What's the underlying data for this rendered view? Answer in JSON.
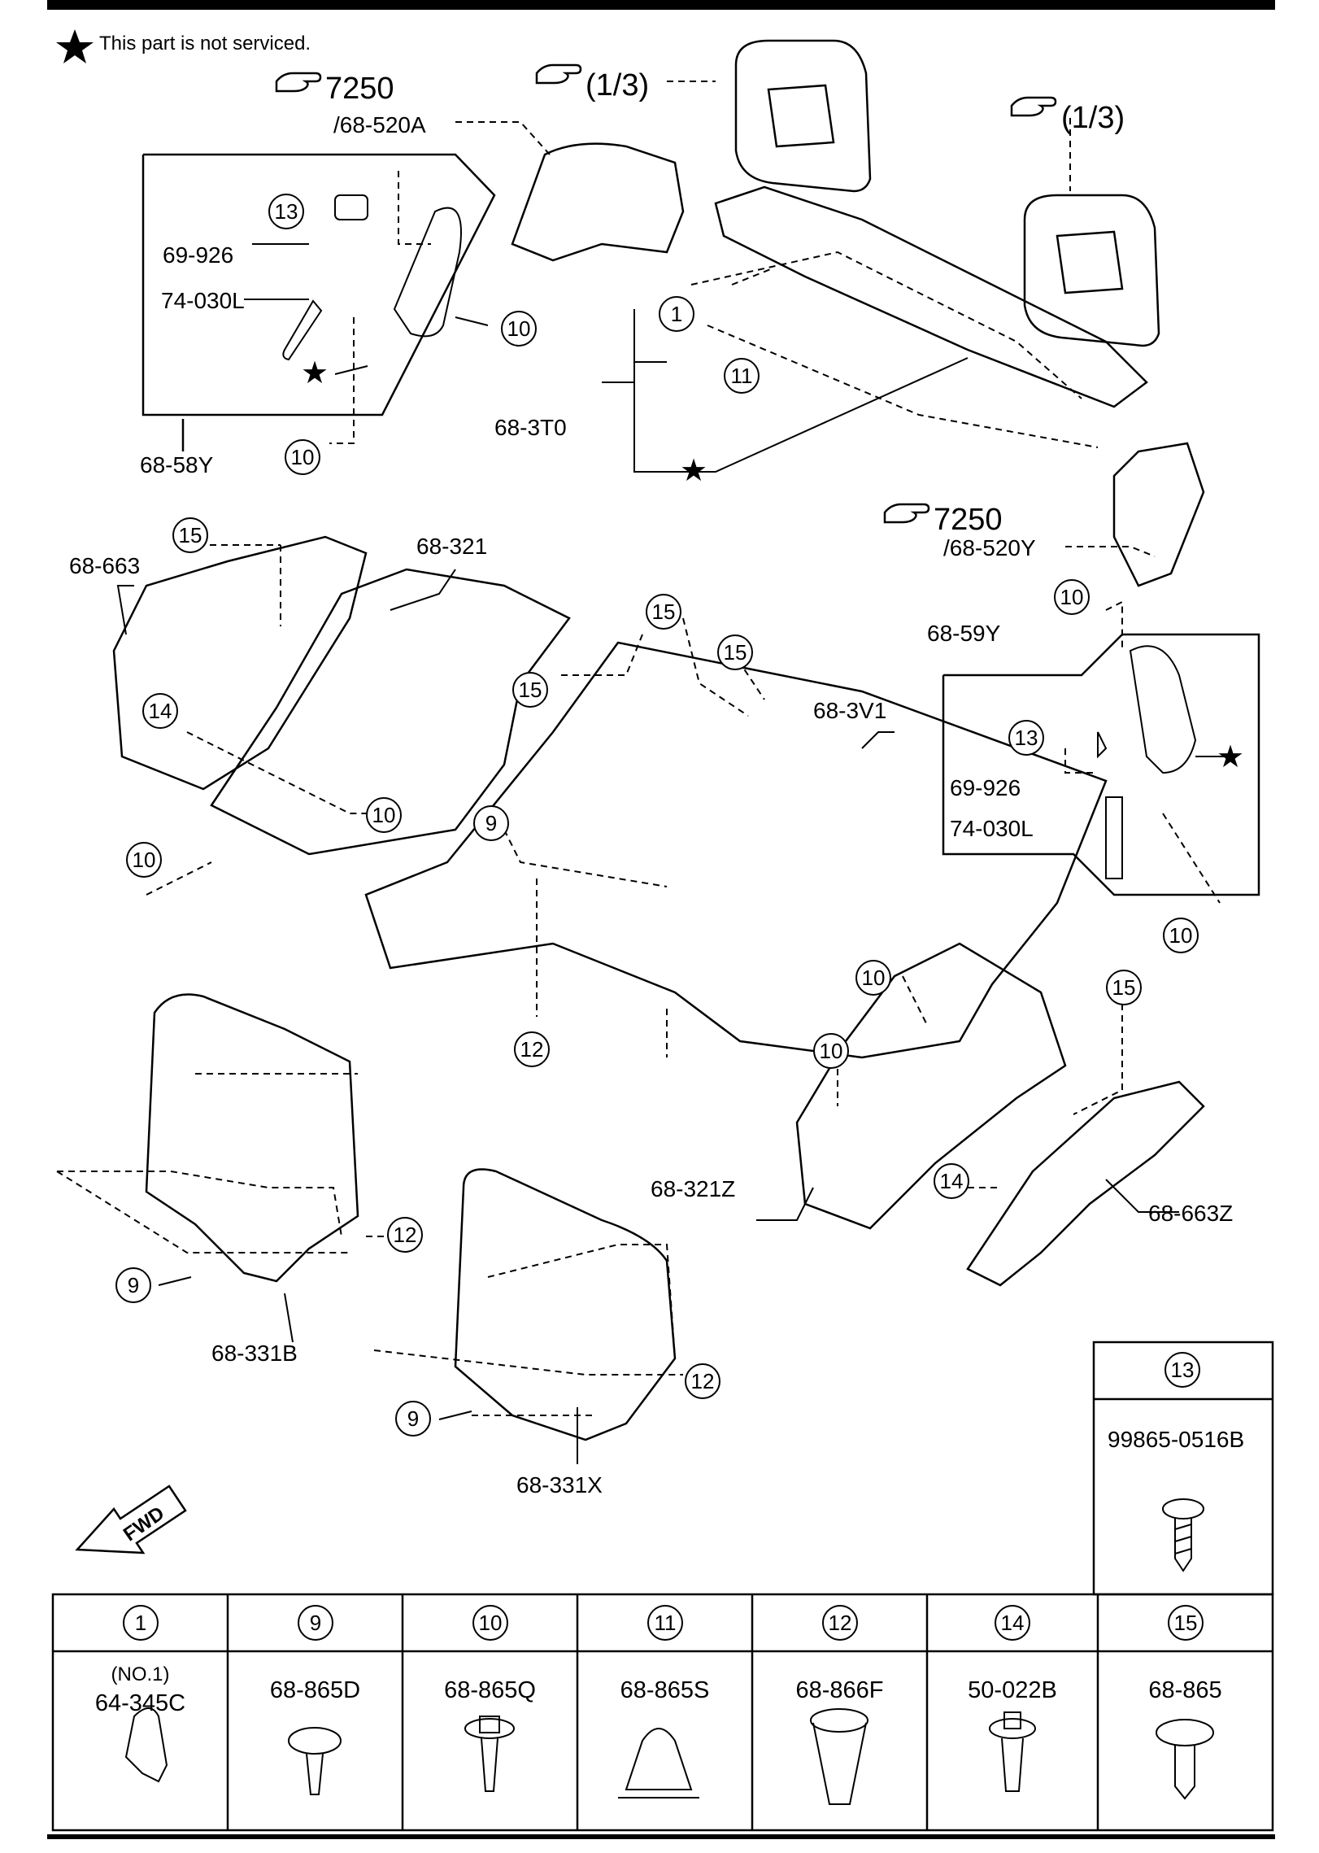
{
  "header": {
    "note": "This part is not serviced."
  },
  "refs": {
    "r7250a": "7250",
    "r520a": "/68-520A",
    "r13a": "(1/3)",
    "r13b": "(1/3)",
    "r7250b": "7250",
    "r520y": "/68-520Y"
  },
  "labels": {
    "p69926a": "69-926",
    "p74030a": "74-030L",
    "p6858y": "68-58Y",
    "p683t0": "68-3T0",
    "p68663": "68-663",
    "p68321": "68-321",
    "p6859y": "68-59Y",
    "p683v1": "68-3V1",
    "p69926b": "69-926",
    "p74030b": "74-030L",
    "p68321z": "68-321Z",
    "p68663z": "68-663Z",
    "p68331b": "68-331B",
    "p68331x": "68-331X",
    "fwd": "FWD"
  },
  "callouts": {
    "c13a": "13",
    "c10a": "10",
    "c10b": "10",
    "c1": "1",
    "c11": "11",
    "c15a": "15",
    "c14a": "14",
    "c10c": "10",
    "c10d": "10",
    "c15b": "15",
    "c15c": "15",
    "c15d": "15",
    "c9a": "9",
    "c12a": "12",
    "c10e": "10",
    "c13b": "13",
    "c10f": "10",
    "c10g": "10",
    "c10h": "10",
    "c15e": "15",
    "c14b": "14",
    "c12b": "12",
    "c9b": "9",
    "c12c": "12",
    "c9c": "9"
  },
  "fastener_table": {
    "items": [
      {
        "num": "1",
        "sub": "(NO.1)",
        "part": "64-345C"
      },
      {
        "num": "9",
        "sub": "",
        "part": "68-865D"
      },
      {
        "num": "10",
        "sub": "",
        "part": "68-865Q"
      },
      {
        "num": "11",
        "sub": "",
        "part": "68-865S"
      },
      {
        "num": "12",
        "sub": "",
        "part": "68-866F"
      },
      {
        "num": "14",
        "sub": "",
        "part": "50-022B"
      },
      {
        "num": "15",
        "sub": "",
        "part": "68-865"
      }
    ],
    "screw": {
      "num": "13",
      "part": "99865-0516B"
    }
  }
}
